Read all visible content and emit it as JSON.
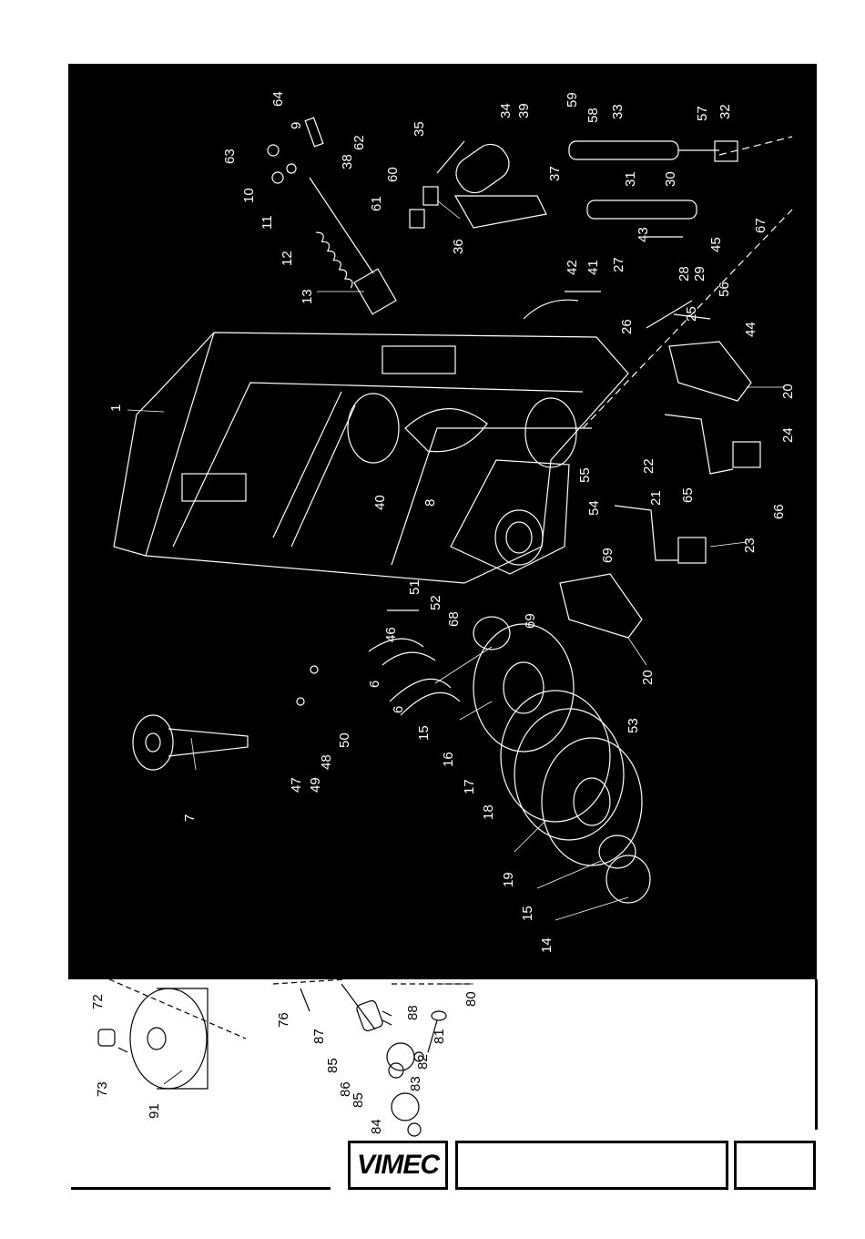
{
  "logo": {
    "text": "VIMEC"
  },
  "title_block": {
    "title": "",
    "page": ""
  },
  "callouts": {
    "c1": "1",
    "c6a": "6",
    "c6b": "6",
    "c7": "7",
    "c8": "8",
    "c9": "9",
    "c10": "10",
    "c11": "11",
    "c12": "12",
    "c13": "13",
    "c14": "14",
    "c15a": "15",
    "c15b": "15",
    "c16": "16",
    "c17": "17",
    "c18": "18",
    "c19": "19",
    "c20a": "20",
    "c20b": "20",
    "c21": "21",
    "c22": "22",
    "c23": "23",
    "c24": "24",
    "c25": "25",
    "c26": "26",
    "c27": "27",
    "c28": "28",
    "c29": "29",
    "c30": "30",
    "c31": "31",
    "c32": "32",
    "c33": "33",
    "c34": "34",
    "c35": "35",
    "c36": "36",
    "c37": "37",
    "c38": "38",
    "c39": "39",
    "c40": "40",
    "c41": "41",
    "c42": "42",
    "c43": "43",
    "c44": "44",
    "c45": "45",
    "c46": "46",
    "c47": "47",
    "c48": "48",
    "c49": "49",
    "c50": "50",
    "c51": "51",
    "c52": "52",
    "c53": "53",
    "c54": "54",
    "c55": "55",
    "c56": "56",
    "c57": "57",
    "c58": "58",
    "c59": "59",
    "c60": "60",
    "c61": "61",
    "c62": "62",
    "c63": "63",
    "c64": "64",
    "c65": "65",
    "c66": "66",
    "c67": "67",
    "c68": "68",
    "c69a": "69",
    "c69b": "69",
    "c72": "72",
    "c73": "73",
    "c76": "76",
    "c80": "80",
    "c81": "81",
    "c82": "82",
    "c83": "83",
    "c84": "84",
    "c85a": "85",
    "c85b": "85",
    "c86": "86",
    "c87": "87",
    "c88": "88",
    "c91": "91"
  },
  "colors": {
    "panel": "#000000",
    "lines": "#ffffff",
    "paper": "#ffffff"
  }
}
